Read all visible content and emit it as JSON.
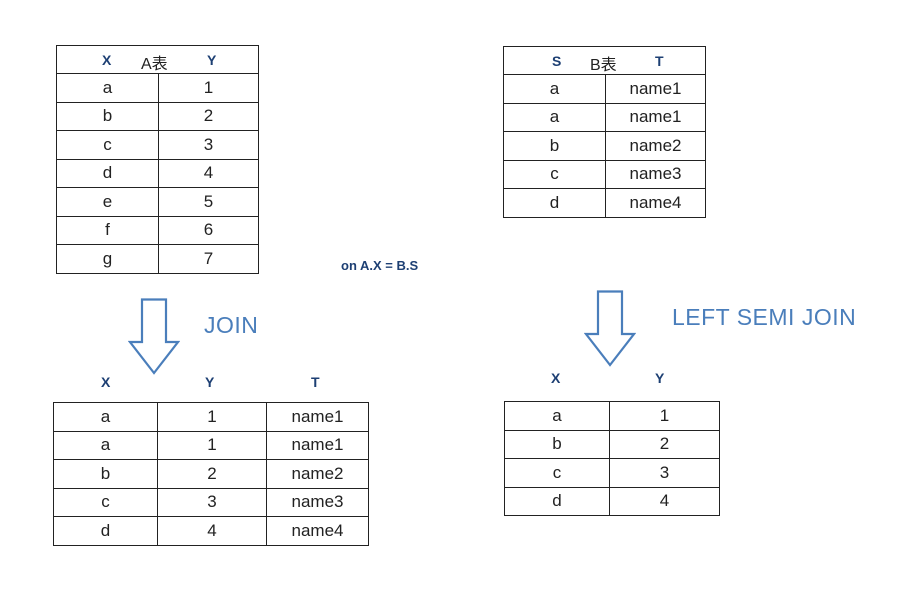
{
  "table_a": {
    "header": {
      "col1": "X",
      "title": "A表",
      "col2": "Y"
    },
    "rows": [
      [
        "a",
        "1"
      ],
      [
        "b",
        "2"
      ],
      [
        "c",
        "3"
      ],
      [
        "d",
        "4"
      ],
      [
        "e",
        "5"
      ],
      [
        "f",
        "6"
      ],
      [
        "g",
        "7"
      ]
    ]
  },
  "table_b": {
    "header": {
      "col1": "S",
      "title": "B表",
      "col2": "T"
    },
    "rows": [
      [
        "a",
        "name1"
      ],
      [
        "a",
        "name1"
      ],
      [
        "b",
        "name2"
      ],
      [
        "c",
        "name3"
      ],
      [
        "d",
        "name4"
      ]
    ]
  },
  "condition": "on A.X = B.S",
  "join": {
    "label": "JOIN",
    "headers": [
      "X",
      "Y",
      "T"
    ],
    "rows": [
      [
        "a",
        "1",
        "name1"
      ],
      [
        "a",
        "1",
        "name1"
      ],
      [
        "b",
        "2",
        "name2"
      ],
      [
        "c",
        "3",
        "name3"
      ],
      [
        "d",
        "4",
        "name4"
      ]
    ]
  },
  "left_semi_join": {
    "label": "LEFT SEMI JOIN",
    "headers": [
      "X",
      "Y"
    ],
    "rows": [
      [
        "a",
        "1"
      ],
      [
        "b",
        "2"
      ],
      [
        "c",
        "3"
      ],
      [
        "d",
        "4"
      ]
    ]
  },
  "colors": {
    "arrow": "#4a7ebb",
    "header_text": "#1d3f73",
    "label": "#4a7ebb"
  },
  "icons": {
    "arrow": "down-arrow-icon"
  }
}
